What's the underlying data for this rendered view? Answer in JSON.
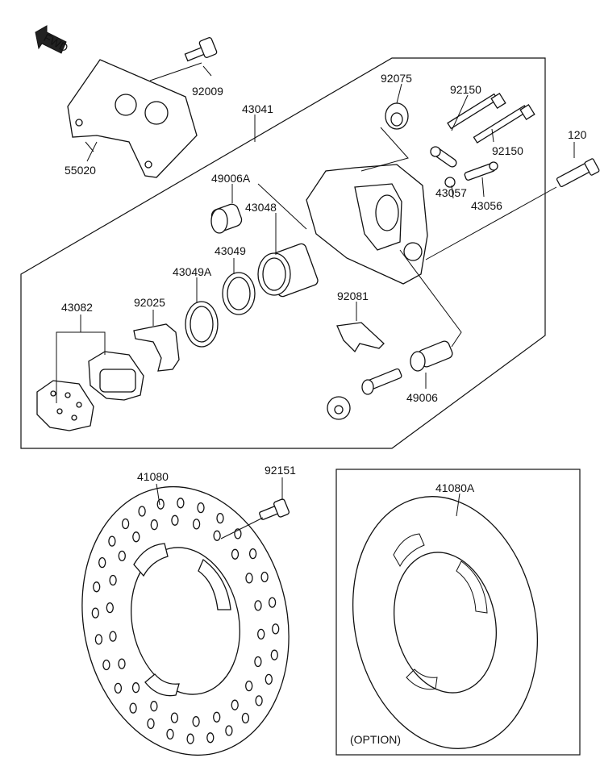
{
  "direction_badge": "FWD",
  "option_label": "(OPTION)",
  "part_numbers": {
    "bolt_bracket": "92009",
    "bracket": "55020",
    "caliper_assy": "43041",
    "boot": "92075",
    "pin_a": "92150",
    "pin_b": "92150",
    "bleeder_bolt": "120",
    "caliper_seal_a": "49006A",
    "piston": "43048",
    "seal_dust": "43049",
    "seal_piston": "43049A",
    "bleeder_valve": "43056",
    "bracket_link": "43057",
    "pad_set": "43082",
    "spring": "92025",
    "pad_spring": "92081",
    "slide_bolt": "49006",
    "disc": "41080",
    "disc_bolt": "92151",
    "disc_option": "41080A"
  }
}
